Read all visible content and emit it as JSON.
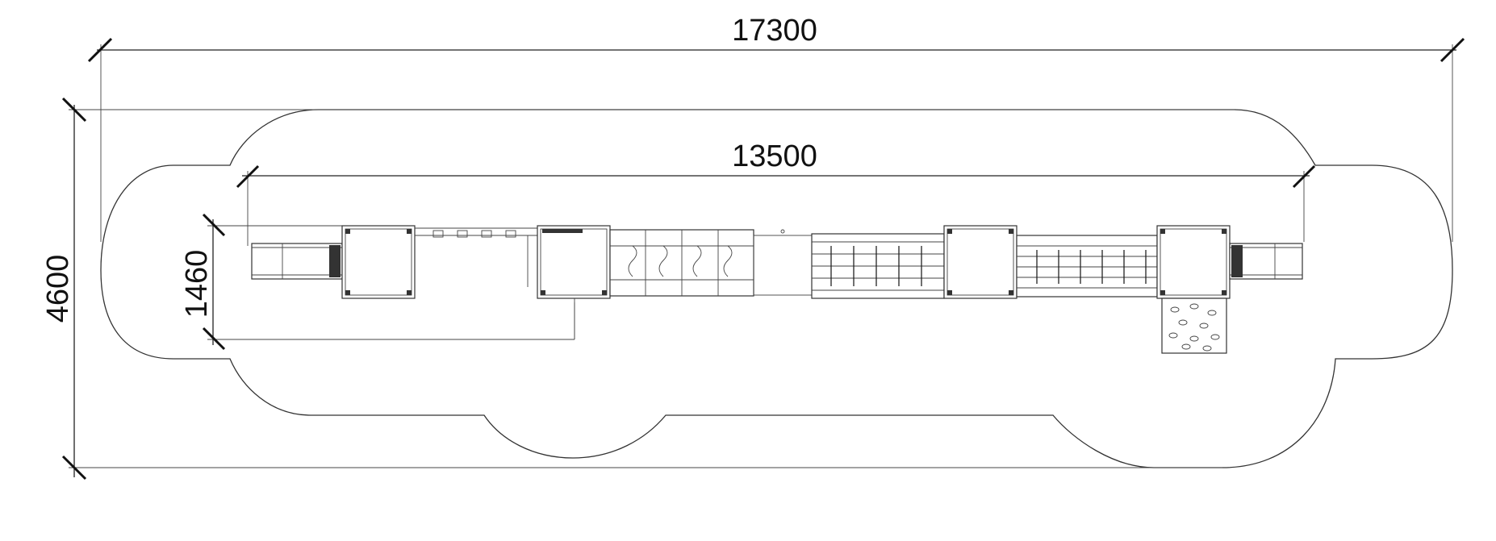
{
  "dimensions": {
    "overall_length": "17300",
    "platform_length": "13500",
    "overall_width": "4600",
    "platform_width": "1460"
  },
  "colors": {
    "line": "#333333",
    "text": "#111111",
    "background": "#ffffff"
  }
}
